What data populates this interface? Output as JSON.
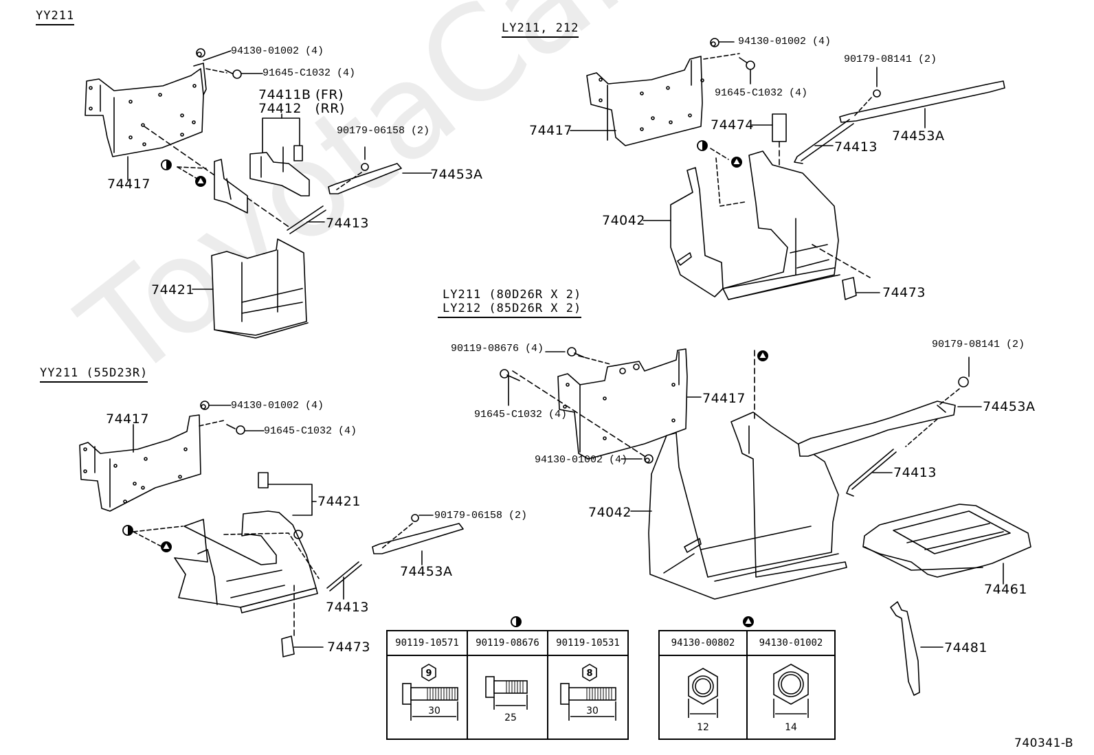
{
  "watermark": "ToyotaCarMine.ru",
  "diagram_id": "740341-B",
  "sections": {
    "yy211": {
      "title": "YY211",
      "labels": {
        "nut": "94130-01002 (4)",
        "bolt": "91645-C1032 (4)",
        "carrier_fr": "74411B (FR)",
        "carrier_rr": "74412   (RR)",
        "clamp_nut": "90179-06158 (2)",
        "clamp": "74453A",
        "bracket": "74417",
        "rod": "74413",
        "tray": "74421"
      }
    },
    "ly211_212": {
      "title": "LY211, 212",
      "labels": {
        "nut": "94130-01002 (4)",
        "bolt": "91645-C1032 (4)",
        "clamp_nut": "90179-08141 (2)",
        "bracket": "74417",
        "insulator": "74474",
        "rod": "74413",
        "clamp": "74453A",
        "tray": "74042",
        "stopper": "74473"
      }
    },
    "yy211_55d23r": {
      "title": "YY211 (55D23R)",
      "labels": {
        "bracket": "74417",
        "nut": "94130-01002 (4)",
        "bolt": "91645-C1032 (4)",
        "tray": "74421",
        "clamp_nut": "90179-06158 (2)",
        "clamp": "74453A",
        "rod": "74413",
        "stopper": "74473"
      }
    },
    "ly211_ly212_dual": {
      "title_line1": "LY211 (80D26R  X  2)",
      "title_line2": "LY212 (85D26R  X  2)",
      "labels": {
        "bolt_a": "90119-08676 (4)",
        "bolt_b": "91645-C1032 (4)",
        "nut": "94130-01002 (4)",
        "bracket": "74417",
        "clamp_nut": "90179-08141 (2)",
        "clamp": "74453A",
        "rod": "74413",
        "tray": "74042",
        "cover": "74461",
        "clip": "74481"
      }
    }
  },
  "legend": {
    "bolts": {
      "symbol": "half-filled-circle",
      "columns": [
        {
          "part": "90119-10571",
          "grade": "9",
          "length": "30"
        },
        {
          "part": "90119-08676",
          "grade": "",
          "length": "25"
        },
        {
          "part": "90119-10531",
          "grade": "8",
          "length": "30"
        }
      ]
    },
    "nuts": {
      "symbol": "filled-triangle-circle",
      "columns": [
        {
          "part": "94130-00802",
          "size": "12"
        },
        {
          "part": "94130-01002",
          "size": "14"
        }
      ]
    }
  }
}
